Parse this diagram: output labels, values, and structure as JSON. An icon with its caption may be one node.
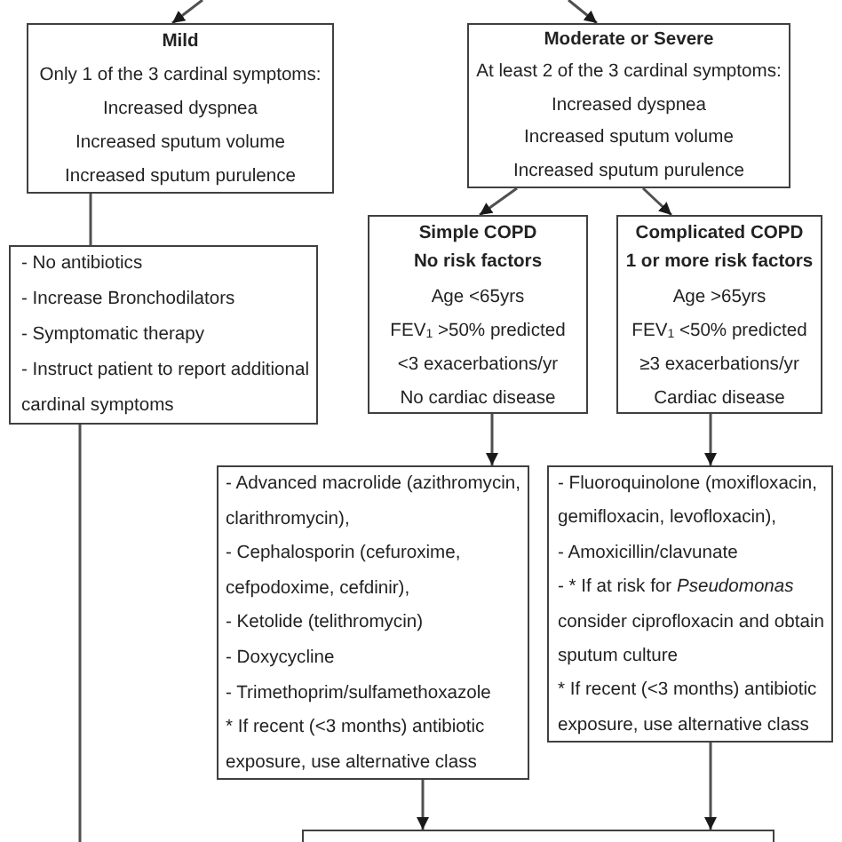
{
  "diagram": {
    "nodes": [
      {
        "text": [
          "Mild",
          "Only 1 of the 3 cardinal symptoms:",
          "Increased dyspnea",
          "Increased sputum volume",
          "Increased sputum purulence"
        ]
      },
      {
        "text": [
          "Moderate or Severe",
          "At least 2 of the 3 cardinal symptoms:",
          "Increased dyspnea",
          "Increased sputum volume",
          "Increased sputum purulence"
        ]
      },
      {
        "text": [
          "- No antibiotics",
          "- Increase Bronchodilators",
          "- Symptomatic therapy",
          "- Instruct patient to report additional cardinal symptoms"
        ]
      },
      {
        "text": [
          "Simple COPD",
          "No risk factors",
          "Age <65yrs",
          "FEV$_{1}$ >50% predicted",
          "<3 exacerbations/yr",
          "No cardiac disease"
        ]
      },
      {
        "text": [
          "Complicated COPD",
          "1 or more risk factors",
          "Age >65yrs",
          "FEV$_{1}$ <50% predicted",
          "≥3 exacerbations/yr",
          "Cardiac disease"
        ]
      },
      {
        "text": [
          "- Advanced macrolide (azithromycin, clarithromycin),",
          "- Cephalosporin (cefuroxime, cefpodoxime, cefdinir),",
          "- Ketolide (telithromycin)",
          "- Doxycycline",
          "- Trimethoprim/sulfamethoxazole",
          "* If recent (<3 months) antibiotic exposure, use alternative class"
        ]
      },
      {
        "text": [
          "- Fluoroquinolone (moxifloxacin, gemifloxacin, levofloxacin),",
          "- Amoxicillin/clavunate",
          "- * If at risk for *Pseudomonas* consider ciprofloxacin and obtain sputum culture",
          "* If recent (<3 months) antibiotic exposure, use alternative class"
        ]
      },
      {
        "text": [],
        "shape": "box"
      }
    ],
    "edges": [
      {
        "from": null,
        "to": 0,
        "arrow": "to"
      },
      {
        "from": null,
        "to": 1,
        "arrow": "to"
      },
      {
        "from": 0,
        "to": 2,
        "arrow": "none"
      },
      {
        "from": 1,
        "to": 3,
        "arrow": "to"
      },
      {
        "from": 1,
        "to": 4,
        "arrow": "to"
      },
      {
        "from": 3,
        "to": 5,
        "arrow": "to"
      },
      {
        "from": 4,
        "to": 6,
        "arrow": "to"
      },
      {
        "from": 5,
        "to": 7,
        "arrow": "to"
      },
      {
        "from": 6,
        "to": 7,
        "arrow": "to"
      },
      {
        "from": 2,
        "to": null,
        "arrow": "none"
      }
    ]
  }
}
